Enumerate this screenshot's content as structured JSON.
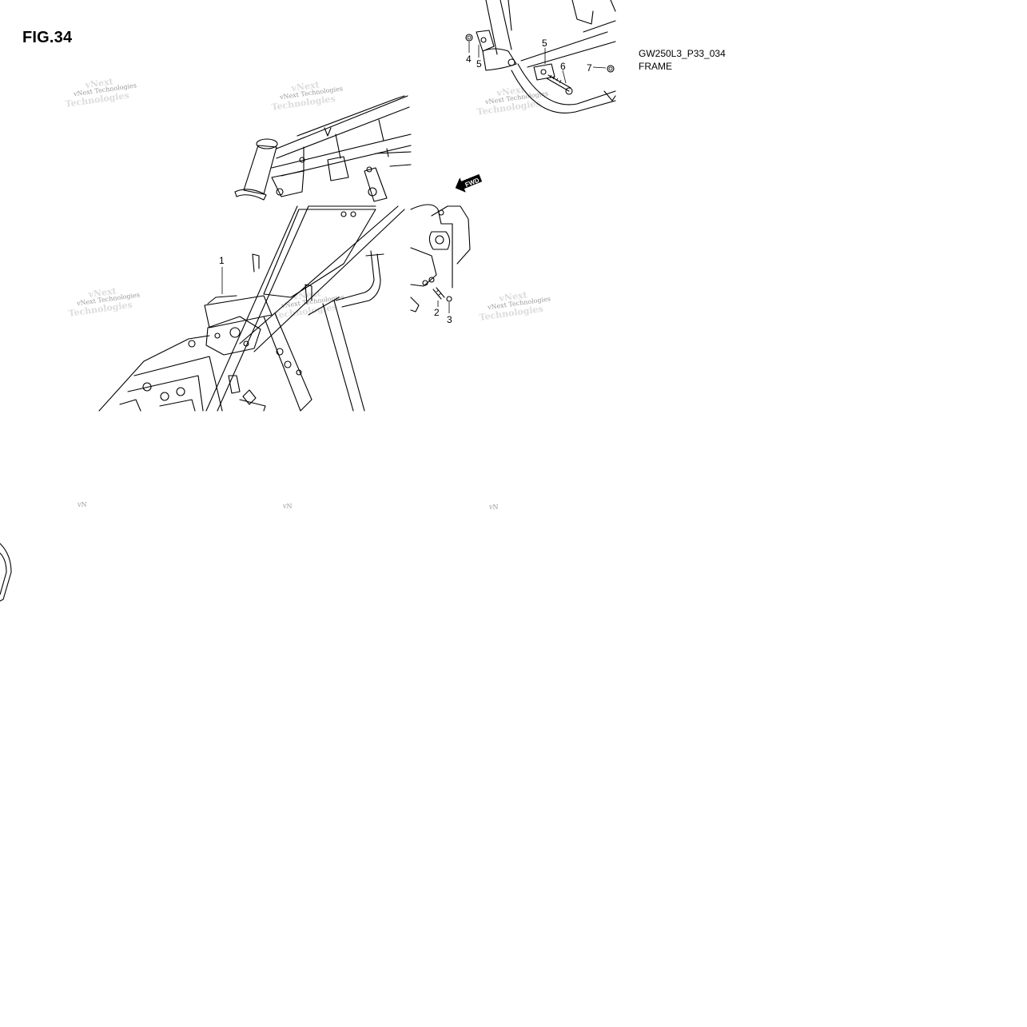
{
  "figure": {
    "title": "FIG.34",
    "code": "GW250L3_P33_034",
    "name": "FRAME"
  },
  "callouts": [
    {
      "id": "1",
      "text": "1"
    },
    {
      "id": "2",
      "text": "2"
    },
    {
      "id": "3",
      "text": "3"
    },
    {
      "id": "4",
      "text": "4"
    },
    {
      "id": "5a",
      "text": "5"
    },
    {
      "id": "5b",
      "text": "5"
    },
    {
      "id": "6",
      "text": "6"
    },
    {
      "id": "7",
      "text": "7"
    }
  ],
  "fwd_arrow": {
    "text": "FWD"
  },
  "watermark": {
    "line1": "vNext Technologies",
    "line2": "vNext",
    "line3": "Technologies",
    "partial": "vN"
  },
  "icons": {
    "fwd": "fwd-arrow-icon"
  }
}
